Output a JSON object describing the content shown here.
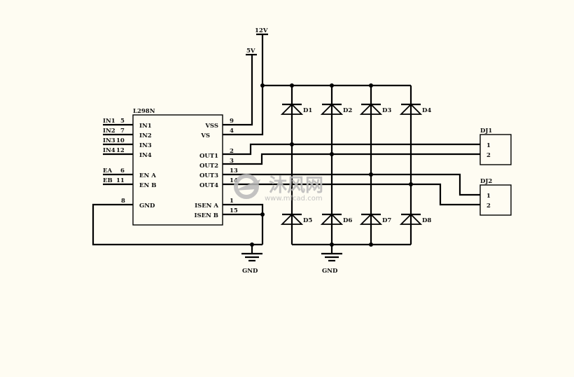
{
  "chip": {
    "name": "L298N",
    "left_pins": [
      {
        "label": "IN1",
        "num": "5",
        "net": "IN1"
      },
      {
        "label": "IN2",
        "num": "7",
        "net": "IN2"
      },
      {
        "label": "IN3",
        "num": "10",
        "net": "IN3"
      },
      {
        "label": "IN4",
        "num": "12",
        "net": "IN4"
      },
      {
        "label": "EN A",
        "num": "6",
        "net": "EA"
      },
      {
        "label": "EN B",
        "num": "11",
        "net": "EB"
      },
      {
        "label": "GND",
        "num": "8"
      }
    ],
    "right_pins": [
      {
        "label": "VSS",
        "num": "9"
      },
      {
        "label": "VS",
        "num": "4"
      },
      {
        "label": "OUT1",
        "num": "2"
      },
      {
        "label": "OUT2",
        "num": "3"
      },
      {
        "label": "OUT3",
        "num": "13"
      },
      {
        "label": "OUT4",
        "num": "14"
      },
      {
        "label": "ISEN A",
        "num": "1"
      },
      {
        "label": "ISEN B",
        "num": "15"
      }
    ]
  },
  "power": {
    "v12": "12V",
    "v5": "5V"
  },
  "ground_labels": [
    "GND",
    "GND"
  ],
  "diodes_top": [
    "D1",
    "D2",
    "D3",
    "D4"
  ],
  "diodes_bottom": [
    "D5",
    "D6",
    "D7",
    "D8"
  ],
  "connectors": [
    {
      "name": "DJ1",
      "pins": [
        "1",
        "2"
      ]
    },
    {
      "name": "DJ2",
      "pins": [
        "1",
        "2"
      ]
    }
  ],
  "watermark": {
    "text": "沐风网",
    "url": "www.mfcad.com",
    "color": "#b9b9b9"
  }
}
